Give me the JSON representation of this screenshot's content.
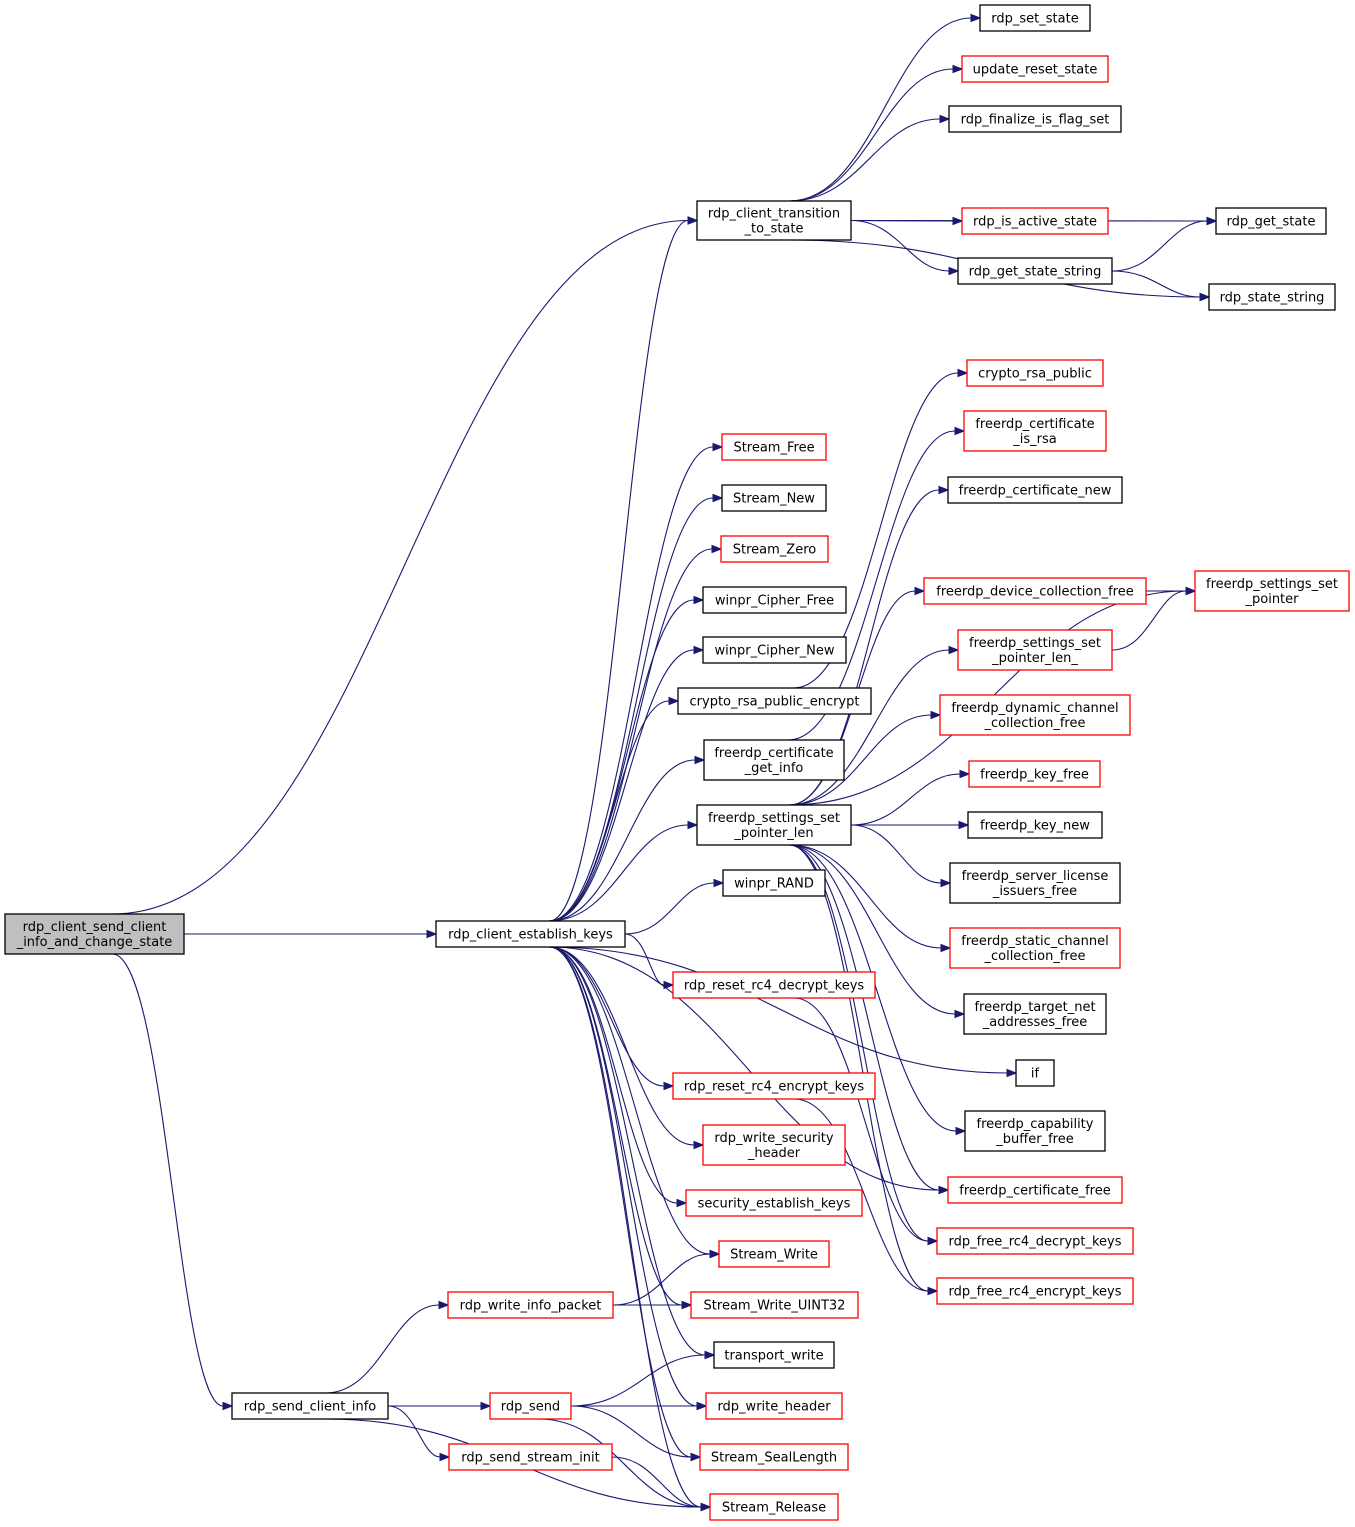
{
  "nodes": [
    {
      "id": "root",
      "lines": [
        "rdp_client_send_client",
        "_info_and_change_state"
      ],
      "style": "root"
    },
    {
      "id": "transition",
      "lines": [
        "rdp_client_transition",
        "_to_state"
      ],
      "style": "black"
    },
    {
      "id": "set_state",
      "lines": [
        "rdp_set_state"
      ],
      "style": "black"
    },
    {
      "id": "update_reset_state",
      "lines": [
        "update_reset_state"
      ],
      "style": "red"
    },
    {
      "id": "finalize_flag",
      "lines": [
        "rdp_finalize_is_flag_set"
      ],
      "style": "black"
    },
    {
      "id": "is_active_state",
      "lines": [
        "rdp_is_active_state"
      ],
      "style": "red"
    },
    {
      "id": "get_state",
      "lines": [
        "rdp_get_state"
      ],
      "style": "black"
    },
    {
      "id": "get_state_string",
      "lines": [
        "rdp_get_state_string"
      ],
      "style": "black"
    },
    {
      "id": "state_string",
      "lines": [
        "rdp_state_string"
      ],
      "style": "black"
    },
    {
      "id": "crypto_rsa_public",
      "lines": [
        "crypto_rsa_public"
      ],
      "style": "red"
    },
    {
      "id": "cert_is_rsa",
      "lines": [
        "freerdp_certificate",
        "_is_rsa"
      ],
      "style": "red"
    },
    {
      "id": "cert_new",
      "lines": [
        "freerdp_certificate_new"
      ],
      "style": "black"
    },
    {
      "id": "device_coll_free",
      "lines": [
        "freerdp_device_collection_free"
      ],
      "style": "red"
    },
    {
      "id": "settings_set_pointer",
      "lines": [
        "freerdp_settings_set",
        "_pointer"
      ],
      "style": "red"
    },
    {
      "id": "settings_set_pointer_len_",
      "lines": [
        "freerdp_settings_set",
        "_pointer_len_"
      ],
      "style": "red"
    },
    {
      "id": "dyn_channel_free",
      "lines": [
        "freerdp_dynamic_channel",
        "_collection_free"
      ],
      "style": "red"
    },
    {
      "id": "key_free",
      "lines": [
        "freerdp_key_free"
      ],
      "style": "red"
    },
    {
      "id": "key_new",
      "lines": [
        "freerdp_key_new"
      ],
      "style": "black"
    },
    {
      "id": "license_issuers_free",
      "lines": [
        "freerdp_server_license",
        "_issuers_free"
      ],
      "style": "black"
    },
    {
      "id": "static_channel_free",
      "lines": [
        "freerdp_static_channel",
        "_collection_free"
      ],
      "style": "red"
    },
    {
      "id": "target_net_free",
      "lines": [
        "freerdp_target_net",
        "_addresses_free"
      ],
      "style": "black"
    },
    {
      "id": "if",
      "lines": [
        "if"
      ],
      "style": "black"
    },
    {
      "id": "capability_buffer_free",
      "lines": [
        "freerdp_capability",
        "_buffer_free"
      ],
      "style": "black"
    },
    {
      "id": "certificate_free",
      "lines": [
        "freerdp_certificate_free"
      ],
      "style": "red"
    },
    {
      "id": "free_rc4_decrypt",
      "lines": [
        "rdp_free_rc4_decrypt_keys"
      ],
      "style": "red"
    },
    {
      "id": "free_rc4_encrypt",
      "lines": [
        "rdp_free_rc4_encrypt_keys"
      ],
      "style": "red"
    },
    {
      "id": "stream_free",
      "lines": [
        "Stream_Free"
      ],
      "style": "red"
    },
    {
      "id": "stream_new",
      "lines": [
        "Stream_New"
      ],
      "style": "black"
    },
    {
      "id": "stream_zero",
      "lines": [
        "Stream_Zero"
      ],
      "style": "red"
    },
    {
      "id": "cipher_free",
      "lines": [
        "winpr_Cipher_Free"
      ],
      "style": "black"
    },
    {
      "id": "cipher_new",
      "lines": [
        "winpr_Cipher_New"
      ],
      "style": "black"
    },
    {
      "id": "rsa_public_encrypt",
      "lines": [
        "crypto_rsa_public_encrypt"
      ],
      "style": "black"
    },
    {
      "id": "cert_get_info",
      "lines": [
        "freerdp_certificate",
        "_get_info"
      ],
      "style": "black"
    },
    {
      "id": "settings_set_pointer_len",
      "lines": [
        "freerdp_settings_set",
        "_pointer_len"
      ],
      "style": "black"
    },
    {
      "id": "winpr_rand",
      "lines": [
        "winpr_RAND"
      ],
      "style": "black"
    },
    {
      "id": "establish_keys",
      "lines": [
        "rdp_client_establish_keys"
      ],
      "style": "black"
    },
    {
      "id": "reset_rc4_decrypt",
      "lines": [
        "rdp_reset_rc4_decrypt_keys"
      ],
      "style": "red"
    },
    {
      "id": "reset_rc4_encrypt",
      "lines": [
        "rdp_reset_rc4_encrypt_keys"
      ],
      "style": "red"
    },
    {
      "id": "write_security_header",
      "lines": [
        "rdp_write_security",
        "_header"
      ],
      "style": "red"
    },
    {
      "id": "security_establish_keys",
      "lines": [
        "security_establish_keys"
      ],
      "style": "red"
    },
    {
      "id": "stream_write",
      "lines": [
        "Stream_Write"
      ],
      "style": "red"
    },
    {
      "id": "write_info_packet",
      "lines": [
        "rdp_write_info_packet"
      ],
      "style": "red"
    },
    {
      "id": "stream_write_uint32",
      "lines": [
        "Stream_Write_UINT32"
      ],
      "style": "red"
    },
    {
      "id": "transport_write",
      "lines": [
        "transport_write"
      ],
      "style": "black"
    },
    {
      "id": "send_client_info",
      "lines": [
        "rdp_send_client_info"
      ],
      "style": "black"
    },
    {
      "id": "rdp_send",
      "lines": [
        "rdp_send"
      ],
      "style": "red"
    },
    {
      "id": "write_header",
      "lines": [
        "rdp_write_header"
      ],
      "style": "red"
    },
    {
      "id": "send_stream_init",
      "lines": [
        "rdp_send_stream_init"
      ],
      "style": "red"
    },
    {
      "id": "seal_length",
      "lines": [
        "Stream_SealLength"
      ],
      "style": "red"
    },
    {
      "id": "stream_release",
      "lines": [
        "Stream_Release"
      ],
      "style": "red"
    }
  ],
  "edges": [
    [
      "root",
      "transition"
    ],
    [
      "root",
      "establish_keys"
    ],
    [
      "root",
      "send_client_info"
    ],
    [
      "transition",
      "set_state"
    ],
    [
      "transition",
      "update_reset_state"
    ],
    [
      "transition",
      "finalize_flag"
    ],
    [
      "transition",
      "get_state"
    ],
    [
      "transition",
      "is_active_state"
    ],
    [
      "transition",
      "get_state_string"
    ],
    [
      "transition",
      "state_string"
    ],
    [
      "is_active_state",
      "get_state"
    ],
    [
      "get_state_string",
      "get_state"
    ],
    [
      "get_state_string",
      "state_string"
    ],
    [
      "establish_keys",
      "transition"
    ],
    [
      "establish_keys",
      "stream_free"
    ],
    [
      "establish_keys",
      "stream_new"
    ],
    [
      "establish_keys",
      "stream_zero"
    ],
    [
      "establish_keys",
      "cipher_free"
    ],
    [
      "establish_keys",
      "cipher_new"
    ],
    [
      "establish_keys",
      "rsa_public_encrypt"
    ],
    [
      "establish_keys",
      "cert_get_info"
    ],
    [
      "establish_keys",
      "settings_set_pointer_len"
    ],
    [
      "establish_keys",
      "winpr_rand"
    ],
    [
      "establish_keys",
      "if"
    ],
    [
      "establish_keys",
      "reset_rc4_decrypt"
    ],
    [
      "establish_keys",
      "certificate_free"
    ],
    [
      "establish_keys",
      "reset_rc4_encrypt"
    ],
    [
      "establish_keys",
      "write_security_header"
    ],
    [
      "establish_keys",
      "security_establish_keys"
    ],
    [
      "establish_keys",
      "stream_write"
    ],
    [
      "establish_keys",
      "stream_write_uint32"
    ],
    [
      "establish_keys",
      "transport_write"
    ],
    [
      "establish_keys",
      "write_header"
    ],
    [
      "establish_keys",
      "seal_length"
    ],
    [
      "establish_keys",
      "stream_release"
    ],
    [
      "rsa_public_encrypt",
      "crypto_rsa_public"
    ],
    [
      "cert_get_info",
      "cert_is_rsa"
    ],
    [
      "settings_set_pointer_len",
      "cert_new"
    ],
    [
      "settings_set_pointer_len",
      "settings_set_pointer"
    ],
    [
      "settings_set_pointer_len",
      "device_coll_free"
    ],
    [
      "settings_set_pointer_len",
      "settings_set_pointer_len_"
    ],
    [
      "settings_set_pointer_len",
      "dyn_channel_free"
    ],
    [
      "settings_set_pointer_len",
      "key_free"
    ],
    [
      "settings_set_pointer_len",
      "key_new"
    ],
    [
      "settings_set_pointer_len",
      "license_issuers_free"
    ],
    [
      "settings_set_pointer_len",
      "static_channel_free"
    ],
    [
      "settings_set_pointer_len",
      "target_net_free"
    ],
    [
      "settings_set_pointer_len",
      "capability_buffer_free"
    ],
    [
      "settings_set_pointer_len",
      "certificate_free"
    ],
    [
      "settings_set_pointer_len",
      "free_rc4_decrypt"
    ],
    [
      "settings_set_pointer_len",
      "free_rc4_encrypt"
    ],
    [
      "device_coll_free",
      "settings_set_pointer"
    ],
    [
      "settings_set_pointer_len_",
      "settings_set_pointer"
    ],
    [
      "reset_rc4_decrypt",
      "free_rc4_decrypt"
    ],
    [
      "reset_rc4_encrypt",
      "free_rc4_encrypt"
    ],
    [
      "send_client_info",
      "write_info_packet"
    ],
    [
      "send_client_info",
      "rdp_send"
    ],
    [
      "send_client_info",
      "send_stream_init"
    ],
    [
      "send_client_info",
      "stream_release"
    ],
    [
      "write_info_packet",
      "stream_write"
    ],
    [
      "write_info_packet",
      "stream_write_uint32"
    ],
    [
      "rdp_send",
      "transport_write"
    ],
    [
      "rdp_send",
      "write_header"
    ],
    [
      "rdp_send",
      "seal_length"
    ],
    [
      "rdp_send",
      "stream_release"
    ],
    [
      "send_stream_init",
      "stream_release"
    ]
  ]
}
